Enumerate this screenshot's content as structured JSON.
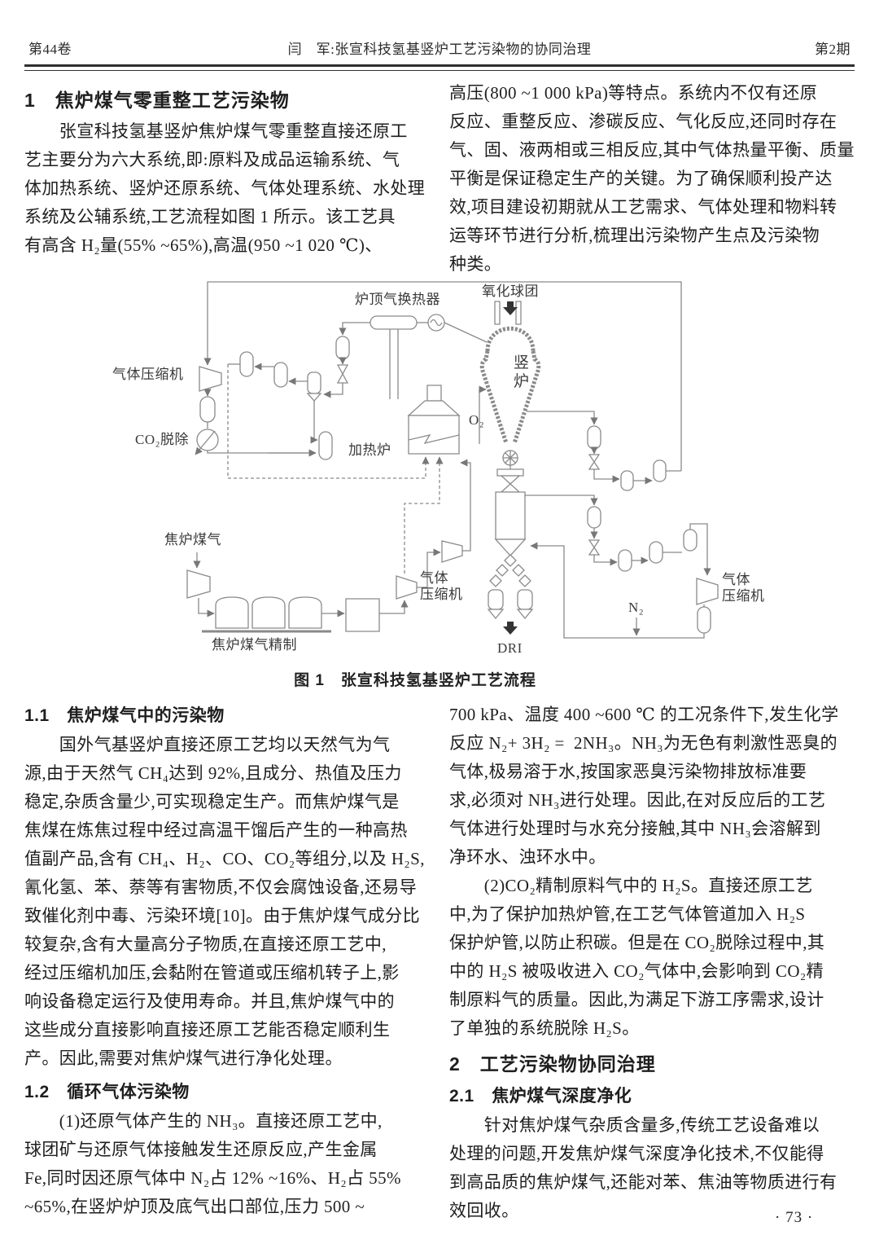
{
  "header": {
    "volume": "第44卷",
    "running_title": "闫　军:张宣科技氢基竖炉工艺污染物的协同治理",
    "issue": "第2期"
  },
  "left_column": {
    "section1_heading": "1　焦炉煤气零重整工艺污染物",
    "para1_lines": [
      "　　张宣科技氢基竖炉焦炉煤气零重整直接还原工",
      "艺主要分为六大系统,即:原料及成品运输系统、气",
      "体加热系统、竖炉还原系统、气体处理系统、水处理",
      "系统及公辅系统,工艺流程如图 1 所示。该工艺具",
      "有高含 H₂量(55% ~65%),高温(950 ~1 020 ℃)、"
    ],
    "section11_heading": "1.1　焦炉煤气中的污染物",
    "para2_lines": [
      "　　国外气基竖炉直接还原工艺均以天然气为气",
      "源,由于天然气 CH₄达到 92%,且成分、热值及压力",
      "稳定,杂质含量少,可实现稳定生产。而焦炉煤气是",
      "焦煤在炼焦过程中经过高温干馏后产生的一种高热",
      "值副产品,含有 CH₄、H₂、CO、CO₂等组分,以及 H₂S,",
      "氰化氢、苯、萘等有害物质,不仅会腐蚀设备,还易导",
      "致催化剂中毒、污染环境[10]。由于焦炉煤气成分比",
      "较复杂,含有大量高分子物质,在直接还原工艺中,",
      "经过压缩机加压,会黏附在管道或压缩机转子上,影",
      "响设备稳定运行及使用寿命。并且,焦炉煤气中的",
      "这些成分直接影响直接还原工艺能否稳定顺利生",
      "产。因此,需要对焦炉煤气进行净化处理。"
    ],
    "section12_heading": "1.2　循环气体污染物",
    "para3_lines": [
      "　　(1)还原气体产生的 NH₃。直接还原工艺中,",
      "球团矿与还原气体接触发生还原反应,产生金属",
      "Fe,同时因还原气体中 N₂占 12% ~16%、H₂占 55%",
      "~65%,在竖炉炉顶及底气出口部位,压力 500 ~"
    ]
  },
  "right_column": {
    "para1_cont_lines": [
      "高压(800 ~1 000 kPa)等特点。系统内不仅有还原",
      "反应、重整反应、渗碳反应、气化反应,还同时存在",
      "气、固、液两相或三相反应,其中气体热量平衡、质量",
      "平衡是保证稳定生产的关键。为了确保顺利投产达",
      "效,项目建设初期就从工艺需求、气体处理和物料转",
      "运等环节进行分析,梳理出污染物产生点及污染物",
      "种类。"
    ],
    "para_nh3_cont_lines": [
      "700 kPa、温度 400 ~600 ℃ 的工况条件下,发生化学",
      "反应 N₂+ 3H₂ =  2NH₃。NH₃为无色有刺激性恶臭的",
      "气体,极易溶于水,按国家恶臭污染物排放标准要",
      "求,必须对 NH₃进行处理。因此,在对反应后的工艺",
      "气体进行处理时与水充分接触,其中 NH₃会溶解到",
      "净环水、浊环水中。"
    ],
    "para_h2s_lines": [
      "　　(2)CO₂精制原料气中的 H₂S。直接还原工艺",
      "中,为了保护加热炉管,在工艺气体管道加入 H₂S",
      "保护炉管,以防止积碳。但是在 CO₂脱除过程中,其",
      "中的 H₂S 被吸收进入 CO₂气体中,会影响到 CO₂精",
      "制原料气的质量。因此,为满足下游工序需求,设计",
      "了单独的系统脱除 H₂S。"
    ],
    "section2_heading": "2　工艺污染物协同治理",
    "section21_heading": "2.1　焦炉煤气深度净化",
    "para_purify_lines": [
      "　　针对焦炉煤气杂质含量多,传统工艺设备难以",
      "处理的问题,开发焦炉煤气深度净化技术,不仅能得",
      "到高品质的焦炉煤气,还能对苯、焦油等物质进行有",
      "效回收。"
    ]
  },
  "figure": {
    "caption": "图 1　张宣科技氢基竖炉工艺流程",
    "labels": {
      "gas_compressor_left": "气体压缩机",
      "co2_removal": "CO₂脱除",
      "top_gas_heat_exchanger": "炉顶气换热器",
      "oxidized_pellets": "氧化球团",
      "shaft_furnace": "竖\n炉",
      "oxygen": "O₂",
      "heating_furnace": "加热炉",
      "coke_oven_gas": "焦炉煤气",
      "cog_refining": "焦炉煤气精制",
      "gas_compressor_bottom": "气体\n压缩机",
      "nitrogen": "N₂",
      "dri_product": "DRI",
      "gas_compressor_right": "气体\n压缩机"
    }
  },
  "footer": {
    "page_number": "· 73 ·"
  },
  "colors": {
    "ink": "#1e1e1e",
    "diagram_line": "#8a8a8a"
  }
}
